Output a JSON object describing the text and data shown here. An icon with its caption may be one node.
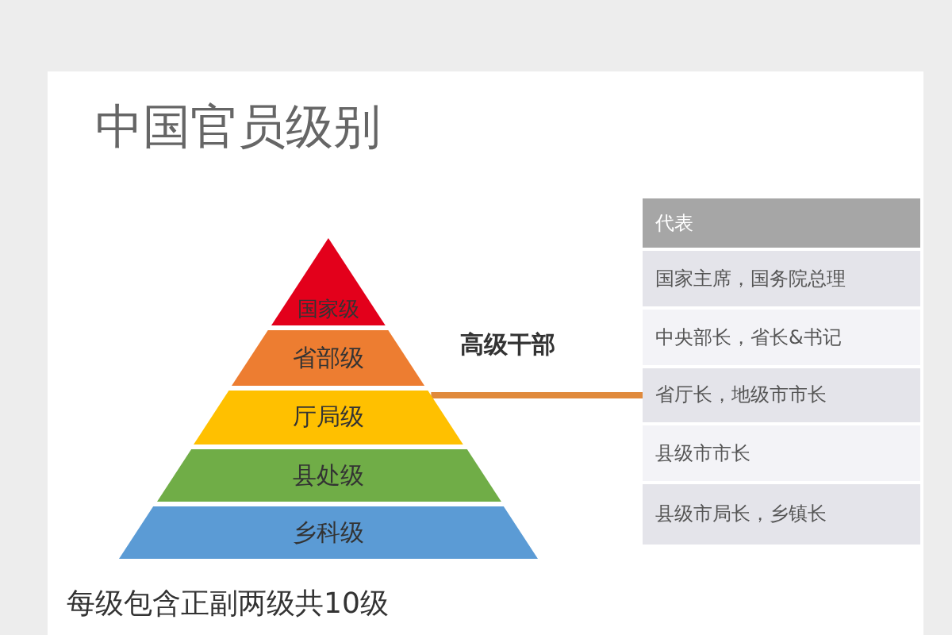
{
  "diagram": {
    "title": "中国官员级别",
    "caption": "每级包含正副两级共10级",
    "nodes": [
      {
        "text": [
          "国家级"
        ]
      },
      {
        "text": [
          "省部级"
        ]
      },
      {
        "text": [
          "厅局级"
        ]
      },
      {
        "text": [
          "县处级"
        ]
      },
      {
        "text": [
          "乡科级"
        ]
      },
      {
        "text": [
          "代表"
        ]
      },
      {
        "text": [
          "国家主席，国务院总理"
        ]
      },
      {
        "text": [
          "中央部长，省长&书记"
        ]
      },
      {
        "text": [
          "省厅长，地级市市长"
        ]
      },
      {
        "text": [
          "县级市市长"
        ]
      },
      {
        "text": [
          "县级市局长，乡镇长"
        ]
      }
    ],
    "edges": [
      {
        "from": 2,
        "to": 8,
        "arrow": "none"
      }
    ],
    "labels": [
      "高级干部"
    ]
  }
}
